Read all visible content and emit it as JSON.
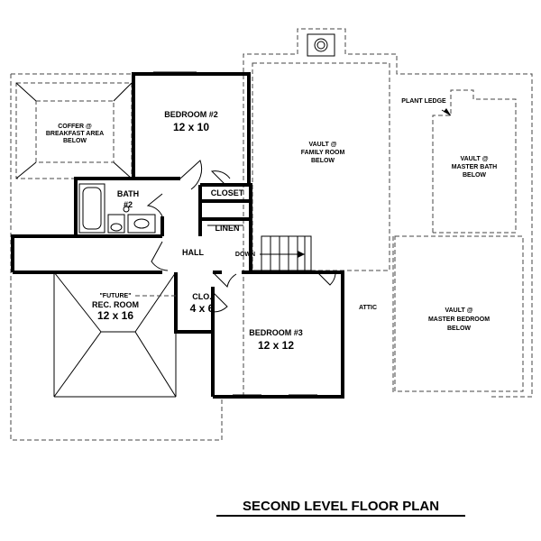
{
  "labels": {
    "coffer_1": "COFFER @",
    "coffer_2": "BREAKFAST AREA",
    "coffer_3": "BELOW",
    "bedroom2_name": "BEDROOM #2",
    "bedroom2_size": "12 x 10",
    "bath_1": "BATH",
    "bath_2": "#2",
    "closet": "CLOSET",
    "linen": "LINEN",
    "hall": "HALL",
    "down": "DOWN",
    "vault_family_1": "VAULT @",
    "vault_family_2": "FAMILY ROOM",
    "vault_family_3": "BELOW",
    "plant_ledge": "PLANT LEDGE",
    "vault_mbath_1": "VAULT @",
    "vault_mbath_2": "MASTER BATH",
    "vault_mbath_3": "BELOW",
    "future": "\"FUTURE\"",
    "rec_room": "REC. ROOM",
    "rec_size": "12 x 16",
    "clo_name": "CLO.",
    "clo_size": "4 x 6",
    "bedroom3_name": "BEDROOM #3",
    "bedroom3_size": "12 x 12",
    "attic": "ATTIC",
    "vault_mbed_1": "VAULT @",
    "vault_mbed_2": "MASTER BEDROOM",
    "vault_mbed_3": "BELOW",
    "title": "SECOND LEVEL FLOOR PLAN"
  }
}
